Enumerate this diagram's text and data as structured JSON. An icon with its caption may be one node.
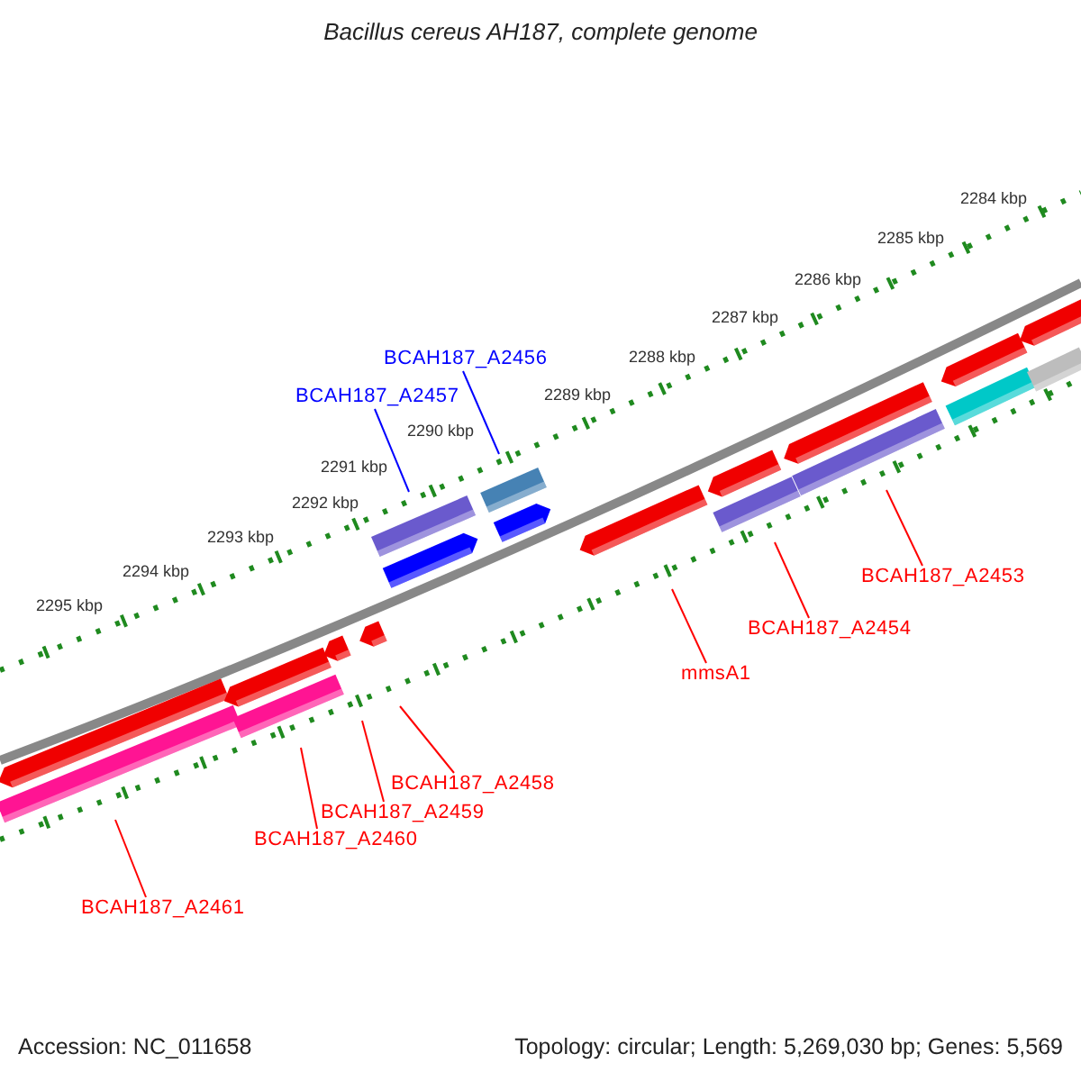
{
  "diagram": {
    "title": "Bacillus cereus AH187, complete genome",
    "nodes": [
      {
        "text": [
          "BCAH187_A2456"
        ]
      },
      {
        "text": [
          "BCAH187_A2457"
        ]
      },
      {
        "text": [
          "BCAH187_A2453"
        ]
      },
      {
        "text": [
          "BCAH187_A2454"
        ]
      },
      {
        "text": [
          "mmsA1"
        ]
      },
      {
        "text": [
          "BCAH187_A2458"
        ]
      },
      {
        "text": [
          "BCAH187_A2459"
        ]
      },
      {
        "text": [
          "BCAH187_A2460"
        ]
      },
      {
        "text": [
          "BCAH187_A2461"
        ]
      }
    ],
    "edges": [
      {
        "from": 0,
        "to": null,
        "arrow": "none",
        "color": "#0000ff"
      },
      {
        "from": 1,
        "to": null,
        "arrow": "none",
        "color": "#0000ff"
      },
      {
        "from": 2,
        "to": null,
        "arrow": "none"
      },
      {
        "from": 3,
        "to": null,
        "arrow": "none"
      },
      {
        "from": 4,
        "to": null,
        "arrow": "none"
      },
      {
        "from": 5,
        "to": null,
        "arrow": "none"
      },
      {
        "from": 6,
        "to": null,
        "arrow": "none"
      },
      {
        "from": 7,
        "to": null,
        "arrow": "none"
      },
      {
        "from": 8,
        "to": null,
        "arrow": "none"
      }
    ],
    "labels": [
      "2284 kbp",
      "2285 kbp",
      "2286 kbp",
      "2287 kbp",
      "2288 kbp",
      "2289 kbp",
      "2290 kbp",
      "2291 kbp",
      "2292 kbp",
      "2293 kbp",
      "2294 kbp",
      "2295 kbp",
      "Accession: NC_011658",
      "Topology: circular; Length: 5,269,030 bp; Genes: 5,569"
    ]
  }
}
